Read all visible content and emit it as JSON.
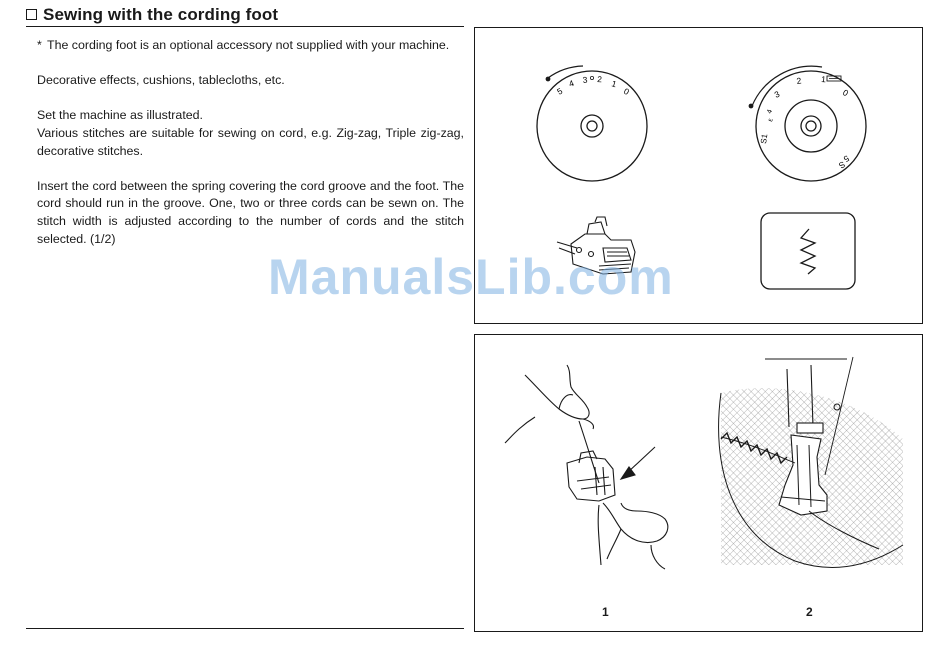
{
  "header": {
    "title": "Sewing with the cording foot"
  },
  "body": {
    "note_marker": "*",
    "note": "The cording foot is an optional accessory not supplied with your machine.",
    "p1": "Decorative effects, cushions, tablecloths, etc.",
    "p2_line1": "Set the machine as illustrated.",
    "p2_line2": "Various stitches are suitable for sewing on cord, e.g. Zig-zag, Triple zig-zag, decorative stitches.",
    "p3": "Insert the cord between the spring covering the cord groove and the foot. The cord should run in the groove. One, two or three cords can be sewn on. The stitch width is adjusted according to the number of cords and the stitch selected. (1/2)"
  },
  "dial_left": {
    "numbers": [
      "5",
      "4",
      "3",
      "2",
      "1",
      "0"
    ]
  },
  "dial_right": {
    "numbers": [
      "3",
      "2",
      "1",
      "0",
      "S1",
      "S"
    ]
  },
  "figures": {
    "label_1": "1",
    "label_2": "2"
  },
  "watermark": "ManualsLib.com",
  "icons": [
    "stitch-length-dial-icon",
    "stitch-width-dial-icon",
    "cording-foot-icon",
    "zigzag-stitch-icon"
  ]
}
